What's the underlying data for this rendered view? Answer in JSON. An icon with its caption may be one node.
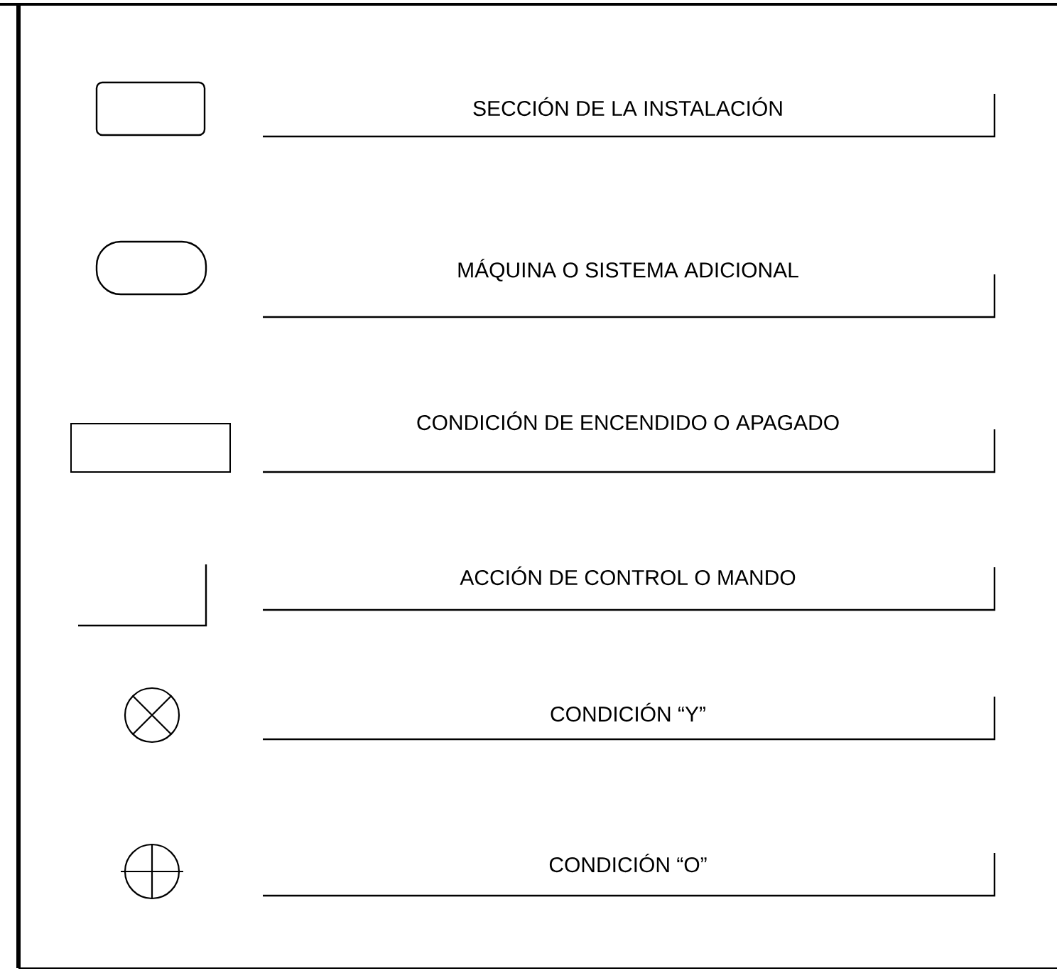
{
  "diagram": {
    "legend": [
      {
        "text": "SECCIÓN DE LA INSTALACIÓN"
      },
      {
        "text": "MÁQUINA O SISTEMA ADICIONAL"
      },
      {
        "text": "CONDICIÓN DE ENCENDIDO O APAGADO"
      },
      {
        "text": "ACCIÓN DE CONTROL O MANDO"
      },
      {
        "text": "CONDICIÓN “Y”"
      },
      {
        "text": "CONDICIÓN “O”"
      }
    ]
  }
}
